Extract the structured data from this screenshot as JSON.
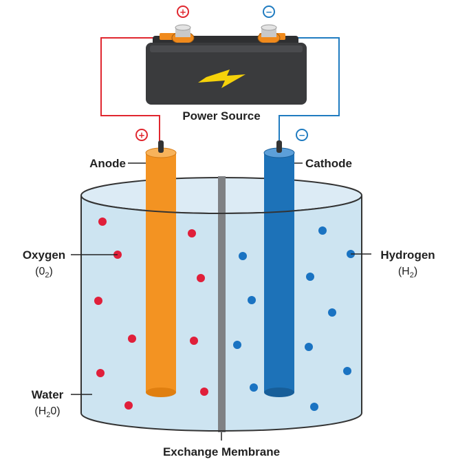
{
  "labels": {
    "power_source": "Power Source",
    "anode": "Anode",
    "cathode": "Cathode",
    "oxygen": "Oxygen",
    "oxygen_formula": {
      "main": "(0",
      "sub": "2",
      "end": ")"
    },
    "hydrogen": "Hydrogen",
    "hydrogen_formula": {
      "main": "(H",
      "sub": "2",
      "end": ")"
    },
    "water": "Water",
    "water_formula": {
      "main": "(H",
      "sub": "2",
      "end": "0)"
    },
    "exchange_membrane": "Exchange Membrane"
  },
  "terminal_signs": {
    "battery_positive": "+",
    "battery_negative": "−",
    "anode_positive": "+",
    "cathode_negative": "−"
  },
  "colors": {
    "positive_wire": "#e0262e",
    "negative_wire": "#1f7bc0",
    "anode": "#f39322",
    "cathode": "#1d72b8",
    "oxygen_dot": "#e01f3a",
    "hydrogen_dot": "#1a73c2",
    "water": "#cde4f1",
    "membrane": "#7f8184",
    "battery_body": "#3a3b3d",
    "lightning": "#f5d20a"
  },
  "icons": [
    "lightning-icon",
    "plus-icon",
    "minus-icon"
  ]
}
